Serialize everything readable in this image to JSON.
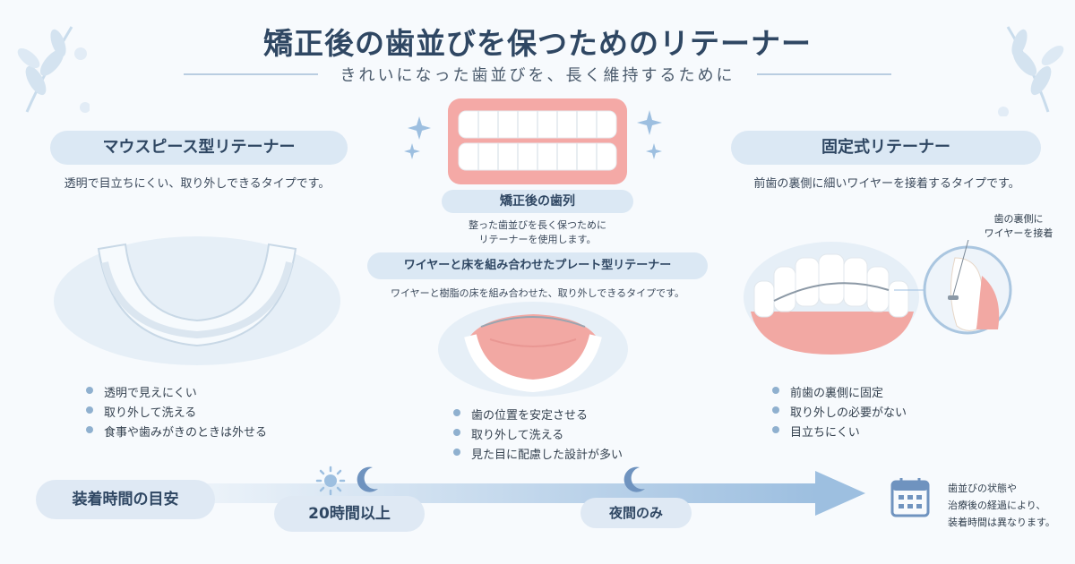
{
  "title": "矯正後の歯並びを保つためのリテーナー",
  "subtitle": "きれいになった歯並びを、長く維持するために",
  "mouthpiece": {
    "heading": "マウスピース型リテーナー",
    "desc": "透明で目立ちにくい、取り外しできるタイプです。",
    "points": [
      "透明で見えにくい",
      "取り外して洗える",
      "食事や歯みがきのときは外せる"
    ]
  },
  "center": {
    "heading": "矯正後の歯列",
    "desc_line1": "整った歯並びを長く保つために",
    "desc_line2": "リテーナーを使用します。"
  },
  "plate": {
    "heading": "ワイヤーと床を組み合わせたプレート型リテーナー",
    "desc": "ワイヤーと樹脂の床を組み合わせた、取り外しできるタイプです。",
    "points": [
      "歯の位置を安定させる",
      "取り外して洗える",
      "見た目に配慮した設計が多い"
    ]
  },
  "fixed": {
    "heading": "固定式リテーナー",
    "desc": "前歯の裏側に細いワイヤーを接着するタイプです。",
    "callout_line1": "歯の裏側に",
    "callout_line2": "ワイヤーを接着",
    "points": [
      "前歯の裏側に固定",
      "取り外しの必要がない",
      "目立ちにくい"
    ]
  },
  "wear": {
    "label": "装着時間の目安",
    "stage1": "20時間以上",
    "stage2": "夜間のみ",
    "note_line1": "歯並びの状態や",
    "note_line2": "治療後の経過により、",
    "note_line3": "装着時間は異なります。"
  },
  "icons": {
    "sun": "sun-icon",
    "moon": "moon-icon",
    "calendar": "calendar-icon",
    "sparkle": "sparkle-icon",
    "leaf": "leaf-icon"
  },
  "colors": {
    "accent": "#2f4763",
    "pill": "#dbe8f4",
    "bullet": "#8fb0cf",
    "arrow": "#9dbfe0"
  }
}
